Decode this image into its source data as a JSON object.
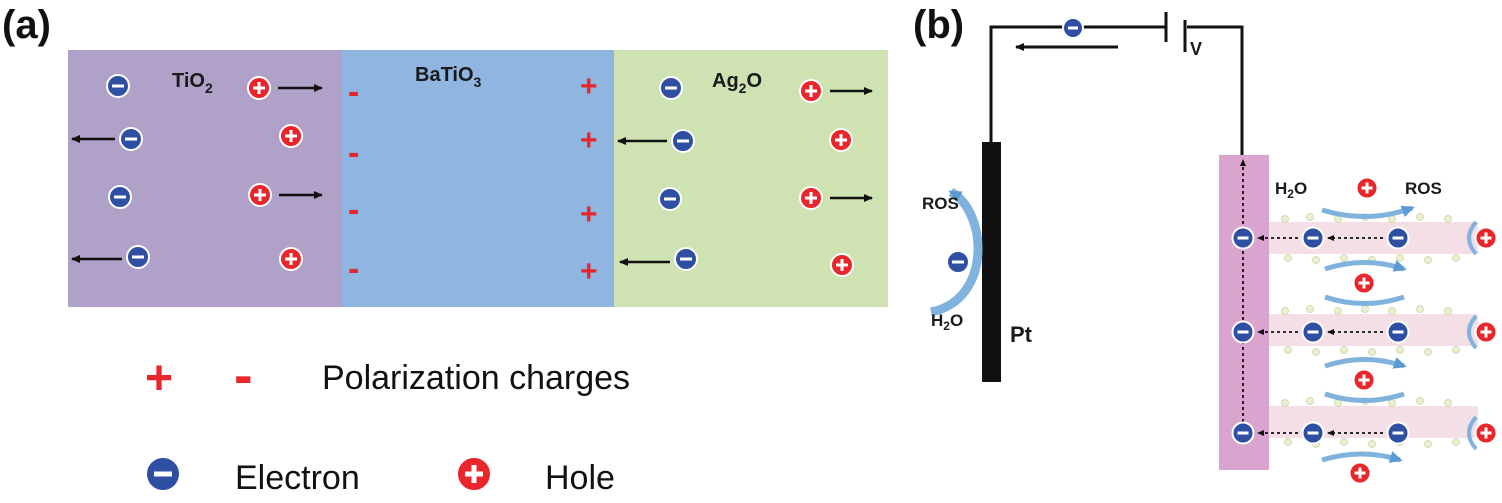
{
  "panel_a": {
    "label": "(a)",
    "layers": [
      "TiO",
      "BaTiO",
      "Ag"
    ],
    "layer_subs": [
      "2",
      "3",
      "2"
    ],
    "layer_suffix": [
      "",
      "",
      "O"
    ],
    "legend_polarization": "Polarization charges",
    "legend_electron": "Electron",
    "legend_hole": "Hole",
    "plus_sign": "+",
    "minus_sign": "-"
  },
  "panel_b": {
    "label": "(b)",
    "voltage": "V",
    "electrode": "Pt",
    "ros_label": "ROS",
    "water_label": "H",
    "water_sub": "2",
    "water_suffix": "O"
  },
  "colors": {
    "tio2_bg": "#b0a1c8",
    "batio3_bg": "#8fb5e0",
    "ag2o_bg": "#cfe2b1",
    "electron": "#2f4fa3",
    "hole": "#e8262b",
    "photoanode": "#d9a5cf",
    "arc": "#7fb3de"
  }
}
